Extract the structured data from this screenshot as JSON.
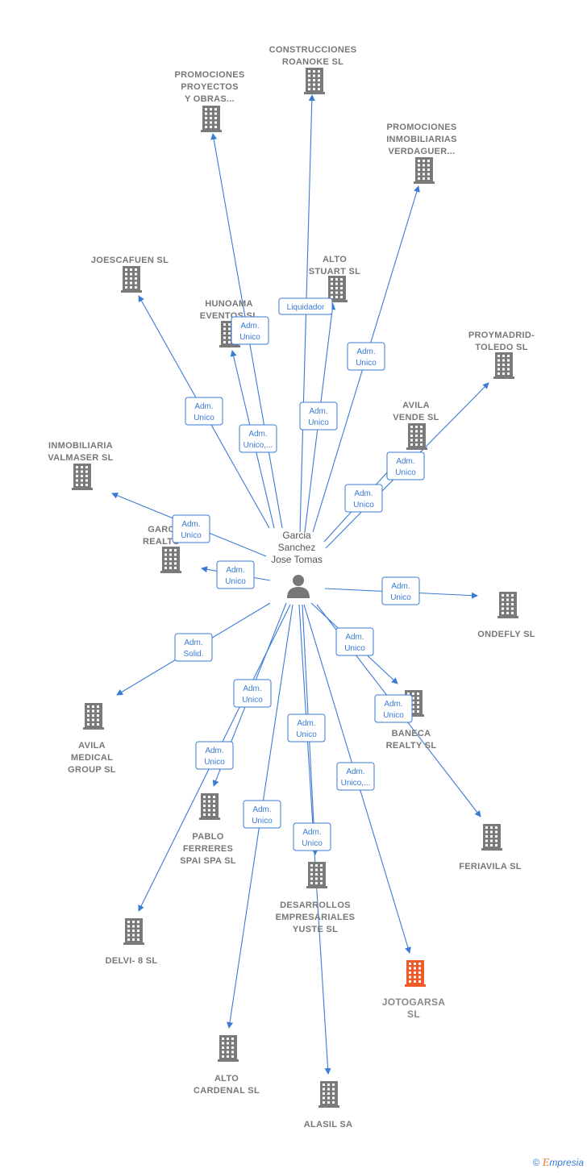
{
  "center": {
    "name": [
      "Garcia",
      "Sanchez",
      "Jose Tomas"
    ],
    "icon": "person-icon"
  },
  "companies": [
    {
      "id": "construcciones-roanoke",
      "lines": [
        "CONSTRUCCIONES",
        "ROANOKE SL"
      ],
      "role": null
    },
    {
      "id": "promociones-proyectos",
      "lines": [
        "PROMOCIONES",
        "PROYECTOS",
        "Y OBRAS..."
      ],
      "role": [
        "Adm.",
        "Unico"
      ]
    },
    {
      "id": "promociones-verdaguer",
      "lines": [
        "PROMOCIONES",
        "INMOBILIARIAS",
        "VERDAGUER..."
      ],
      "role": [
        "Adm.",
        "Unico"
      ]
    },
    {
      "id": "alto-stuart",
      "lines": [
        "ALTO",
        "STUART  SL"
      ],
      "role": [
        "Adm.",
        "Unico"
      ]
    },
    {
      "id": "joescafuen",
      "lines": [
        "JOESCAFUEN SL"
      ],
      "role": [
        "Adm.",
        "Unico"
      ]
    },
    {
      "id": "hunoama",
      "lines": [
        "HUNOAMA",
        "EVENTOS  SL"
      ],
      "role": [
        "Adm.",
        "Unico,..."
      ]
    },
    {
      "id": "proymadrid",
      "lines": [
        "PROYMADRID-",
        "TOLEDO SL"
      ],
      "role": [
        "Adm.",
        "Unico"
      ]
    },
    {
      "id": "avila-vende",
      "lines": [
        "AVILA",
        "VENDE SL"
      ],
      "role": [
        "Adm.",
        "Unico"
      ]
    },
    {
      "id": "inmobiliaria-valmaser",
      "lines": [
        "INMOBILIARIA",
        "VALMASER SL"
      ],
      "role": [
        "Adm.",
        "Unico"
      ]
    },
    {
      "id": "garc-realto",
      "lines": [
        "GARC",
        "REALTO"
      ],
      "role": [
        "Adm.",
        "Unico"
      ]
    },
    {
      "id": "ondefly",
      "lines": [
        "ONDEFLY  SL"
      ],
      "role": [
        "Adm.",
        "Unico"
      ]
    },
    {
      "id": "baneca",
      "lines": [
        "BANECA",
        "REALTY  SL"
      ],
      "role": [
        "Adm.",
        "Unico"
      ]
    },
    {
      "id": "avila-medical",
      "lines": [
        "AVILA",
        "MEDICAL",
        "GROUP  SL"
      ],
      "role": [
        "Adm.",
        "Solid."
      ]
    },
    {
      "id": "pablo-ferreres",
      "lines": [
        "PABLO",
        "FERRERES",
        "SPAI SPA SL"
      ],
      "role": [
        "Adm.",
        "Unico"
      ]
    },
    {
      "id": "feriavila",
      "lines": [
        "FERIAVILA SL"
      ],
      "role": [
        "Adm.",
        "Unico"
      ]
    },
    {
      "id": "desarrollos-yuste",
      "lines": [
        "DESARROLLOS",
        "EMPRESARIALES",
        "YUSTE SL"
      ],
      "role": [
        "Adm.",
        "Unico"
      ]
    },
    {
      "id": "delvi8",
      "lines": [
        "DELVI- 8 SL"
      ],
      "role": [
        "Adm.",
        "Unico"
      ]
    },
    {
      "id": "jotogarsa",
      "lines": [
        "JOTOGARSA",
        "SL"
      ],
      "role": [
        "Adm.",
        "Unico,..."
      ],
      "highlight": true
    },
    {
      "id": "alto-cardenal",
      "lines": [
        "ALTO",
        "CARDENAL  SL"
      ],
      "role": [
        "Adm.",
        "Unico"
      ]
    },
    {
      "id": "alasil",
      "lines": [
        "ALASIL SA"
      ],
      "role": [
        "Adm.",
        "Unico"
      ]
    }
  ],
  "extra_roles": [
    {
      "id": "roanoke-liquidador",
      "lines": [
        "Liquidador"
      ]
    }
  ],
  "colors": {
    "edge": "#3a7bd5",
    "building": "#7a7a7a",
    "highlight": "#f05a28",
    "text": "#777777"
  },
  "footer": {
    "copyright": "©",
    "brand_first": "E",
    "brand_rest": "mpresia"
  }
}
